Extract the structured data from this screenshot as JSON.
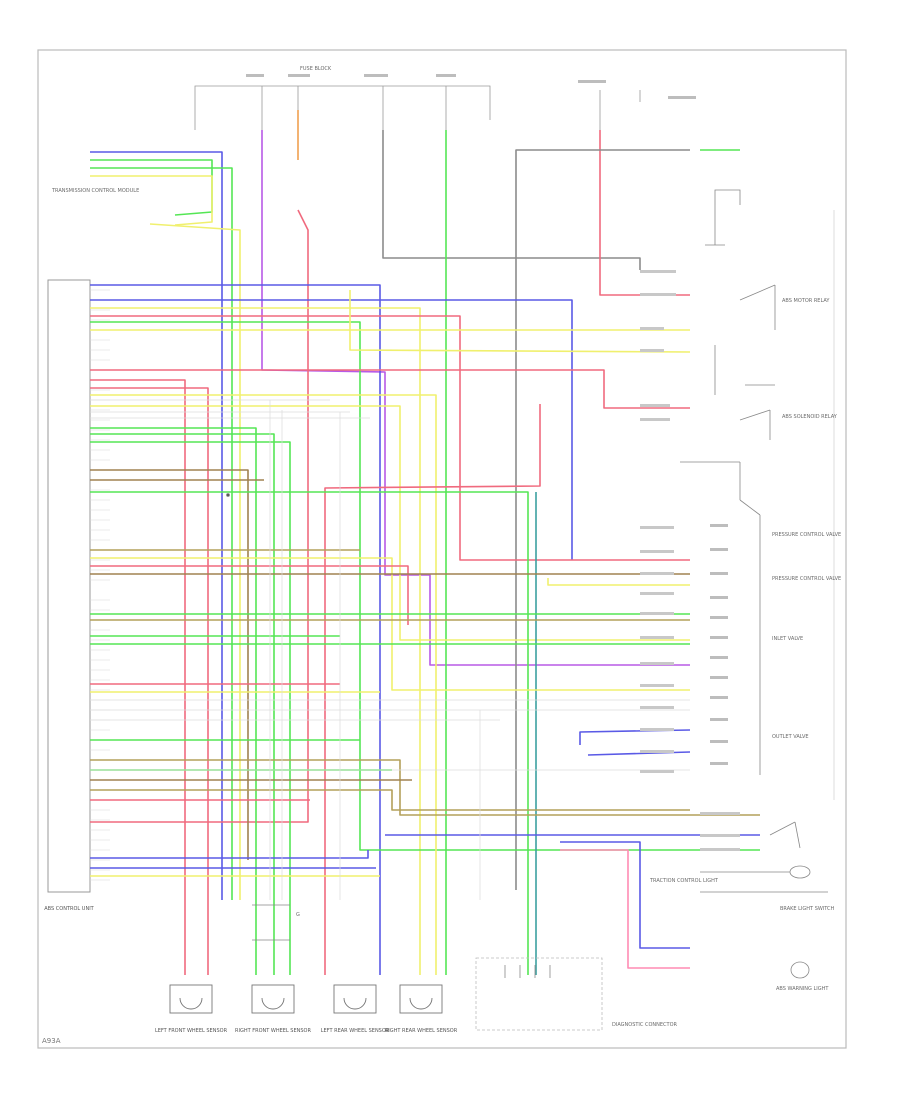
{
  "diagram": {
    "code": "A93A",
    "colors": {
      "blue": "#5a5ae6",
      "green": "#55e655",
      "yellow": "#f0f06e",
      "red": "#f06a7e",
      "pink": "#ff8cb4",
      "violet": "#b85ae6",
      "orange": "#f0a050",
      "teal": "#3ca0a0",
      "gray": "#8c8c8c",
      "olive": "#b4a05a",
      "brown": "#a08250",
      "black": "#555555"
    },
    "components": {
      "abs_unit": "ABS CONTROL UNIT",
      "tcm": "TRANSMISSION CONTROL MODULE",
      "lf_sensor": "LEFT FRONT WHEEL SENSOR",
      "rf_sensor": "RIGHT FRONT WHEEL SENSOR",
      "lr_sensor": "LEFT REAR WHEEL SENSOR",
      "rr_sensor": "RIGHT REAR WHEEL SENSOR",
      "relay_1": "ABS MOTOR RELAY",
      "relay_2": "ABS SOLENOID RELAY",
      "valve_1": "PRESSURE CONTROL VALVE",
      "valve_2": "PRESSURE CONTROL VALVE",
      "valve_3": "INLET VALVE",
      "valve_4": "OUTLET VALVE",
      "brake_switch": "BRAKE LIGHT SWITCH",
      "diag": "DIAGNOSTIC CONNECTOR",
      "abs_warning": "ABS WARNING LIGHT",
      "traction_warning": "TRACTION CONTROL LIGHT",
      "fuse_block": "FUSE BLOCK",
      "ground": "G"
    }
  }
}
